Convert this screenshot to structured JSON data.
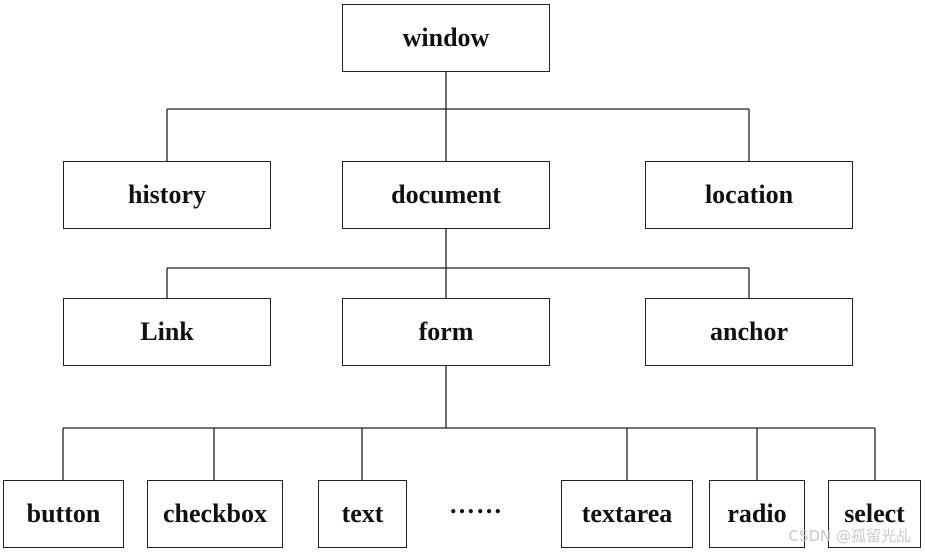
{
  "diagram": {
    "nodes": {
      "window": "window",
      "history": "history",
      "document": "document",
      "location": "location",
      "link": "Link",
      "form": "form",
      "anchor": "anchor",
      "button": "button",
      "checkbox": "checkbox",
      "text": "text",
      "textarea": "textarea",
      "radio": "radio",
      "select": "select"
    },
    "ellipsis": "……",
    "edges": [
      [
        "window",
        "history"
      ],
      [
        "window",
        "document"
      ],
      [
        "window",
        "location"
      ],
      [
        "document",
        "link"
      ],
      [
        "document",
        "form"
      ],
      [
        "document",
        "anchor"
      ],
      [
        "form",
        "button"
      ],
      [
        "form",
        "checkbox"
      ],
      [
        "form",
        "text"
      ],
      [
        "form",
        "textarea"
      ],
      [
        "form",
        "radio"
      ],
      [
        "form",
        "select"
      ]
    ]
  },
  "watermark": "CSDN @孤留光乩"
}
